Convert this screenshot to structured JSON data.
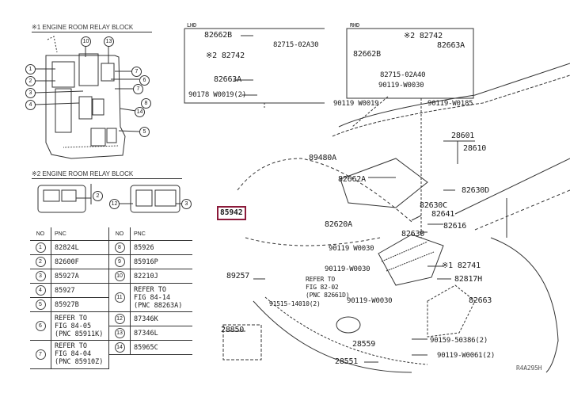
{
  "diagram": {
    "figure_id": "R4A295H",
    "relay_block_1": {
      "title": "※1 ENGINE ROOM RELAY BLOCK",
      "callouts": [
        "1",
        "2",
        "3",
        "4",
        "10",
        "13",
        "7",
        "6",
        "7",
        "8",
        "14",
        "5"
      ]
    },
    "relay_block_2": {
      "title": "※2 ENGINE ROOM RELAY BLOCK",
      "callouts": [
        "2",
        "12",
        "3"
      ]
    },
    "pnc_table": {
      "headers": [
        "NO",
        "PNC",
        "NO",
        "PNC"
      ],
      "left": [
        {
          "no": "1",
          "pnc": "82824L"
        },
        {
          "no": "2",
          "pnc": "82600F"
        },
        {
          "no": "3",
          "pnc": "85927A"
        },
        {
          "no": "4",
          "pnc": "85927"
        },
        {
          "no": "5",
          "pnc": "85927B"
        },
        {
          "no": "6",
          "pnc": "REFER TO\nFIG 84-05\n(PNC 85911K)"
        },
        {
          "no": "7",
          "pnc": "REFER TO\nFIG 84-04\n(PNC 85910Z)"
        }
      ],
      "right": [
        {
          "no": "8",
          "pnc": "85926"
        },
        {
          "no": "9",
          "pnc": "85916P"
        },
        {
          "no": "10",
          "pnc": "82210J"
        },
        {
          "no": "11",
          "pnc": "REFER TO\nFIG 84-14\n(PNC 88263A)"
        },
        {
          "no": "12",
          "pnc": "87346K"
        },
        {
          "no": "13",
          "pnc": "87346L"
        },
        {
          "no": "14",
          "pnc": "85965C"
        }
      ]
    },
    "lhd": {
      "title": "LHD",
      "labels": [
        "82662B",
        "※2 82742",
        "82715-02A30",
        "82663A",
        "90178 W0019(2)"
      ]
    },
    "rhd": {
      "title": "RHD",
      "labels": [
        "※2 82742",
        "82663A",
        "82662B",
        "82715-02A40",
        "90119-W0030"
      ]
    },
    "main_labels": {
      "l_90119_w0019": "90119 W0019",
      "l_90119_w0185": "90119-W0185",
      "l_28601": "28601",
      "l_28610": "28610",
      "l_89480a": "89480A",
      "l_82662a": "82662A",
      "l_82630d": "82630D",
      "l_82630c": "82630C",
      "l_82641": "82641",
      "l_85942": "85942",
      "l_82620a": "82620A",
      "l_82616": "82616",
      "l_82630": "82630",
      "l_90119_w0030_a": "90119 W0030",
      "l_90119_w0030_b": "90119-W0030",
      "l_82741": "※1 82741",
      "l_89257": "89257",
      "l_refer_1": "REFER TO",
      "l_refer_2": "FIG 82-02",
      "l_refer_3": "(PNC 82661D)",
      "l_82817h": "82817H",
      "l_91515": "91515-14010(2)",
      "l_90119_w0030_c": "90119-W0030",
      "l_82663": "82663",
      "l_28850": "28850",
      "l_28559": "28559",
      "l_90159": "90159-50386(2)",
      "l_28551": "28551",
      "l_90119_w0061": "90119-W0061(2)"
    },
    "highlight_color": "#8b1a3a"
  }
}
